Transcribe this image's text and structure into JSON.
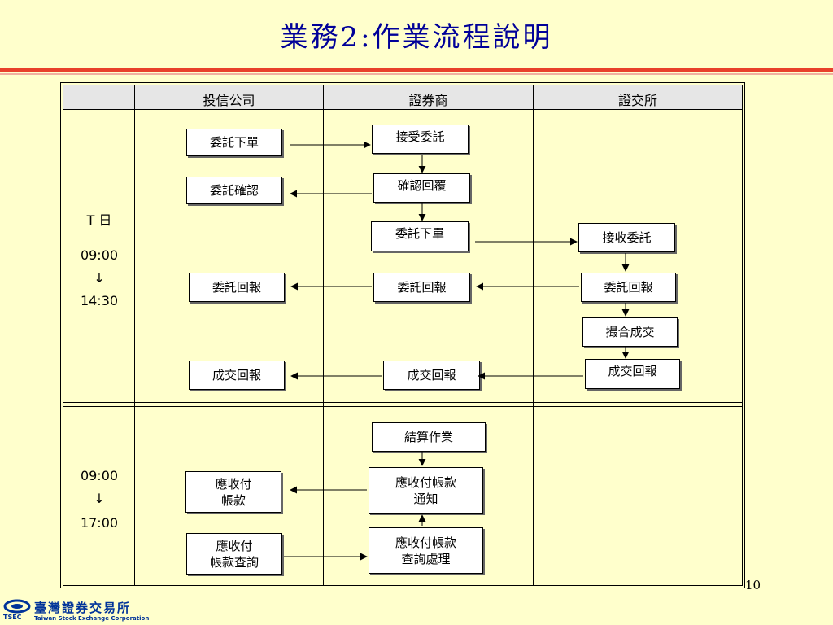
{
  "title": "業務2:作業流程說明",
  "columns": [
    "投信公司",
    "證券商",
    "證交所"
  ],
  "times": {
    "t_day": "T 日",
    "session1_start": "09:00",
    "session1_arrow": "↓",
    "session1_end": "14:30",
    "session2_start": "09:00",
    "session2_arrow": "↓",
    "session2_end": "17:00"
  },
  "nodes": {
    "fund_order": "委託下單",
    "fund_confirm": "委託確認",
    "fund_report": "委託回報",
    "fund_trade_report": "成交回報",
    "fund_payable": "應收付\n帳款",
    "fund_payable_query": "應收付\n帳款查詢",
    "broker_accept": "接受委託",
    "broker_confirm_reply": "確認回覆",
    "broker_order": "委託下單",
    "broker_report": "委託回報",
    "broker_trade_report": "成交回報",
    "broker_settlement": "結算作業",
    "broker_payable_notice": "應收付帳款\n通知",
    "broker_payable_query": "應收付帳款\n查詢處理",
    "exch_receive": "接收委託",
    "exch_report": "委託回報",
    "exch_match": "撮合成交",
    "exch_trade_report": "成交回報"
  },
  "page_number": "10",
  "logo": {
    "abbr": "TSEC",
    "name_cn": "臺灣證券交易所",
    "name_en": "Taiwan Stock Exchange Corporation"
  },
  "colors": {
    "background": "#ffffcc",
    "title": "#000099",
    "rule": "#e8402a",
    "header_bg": "#e6e6e6",
    "logo": "#003399"
  }
}
